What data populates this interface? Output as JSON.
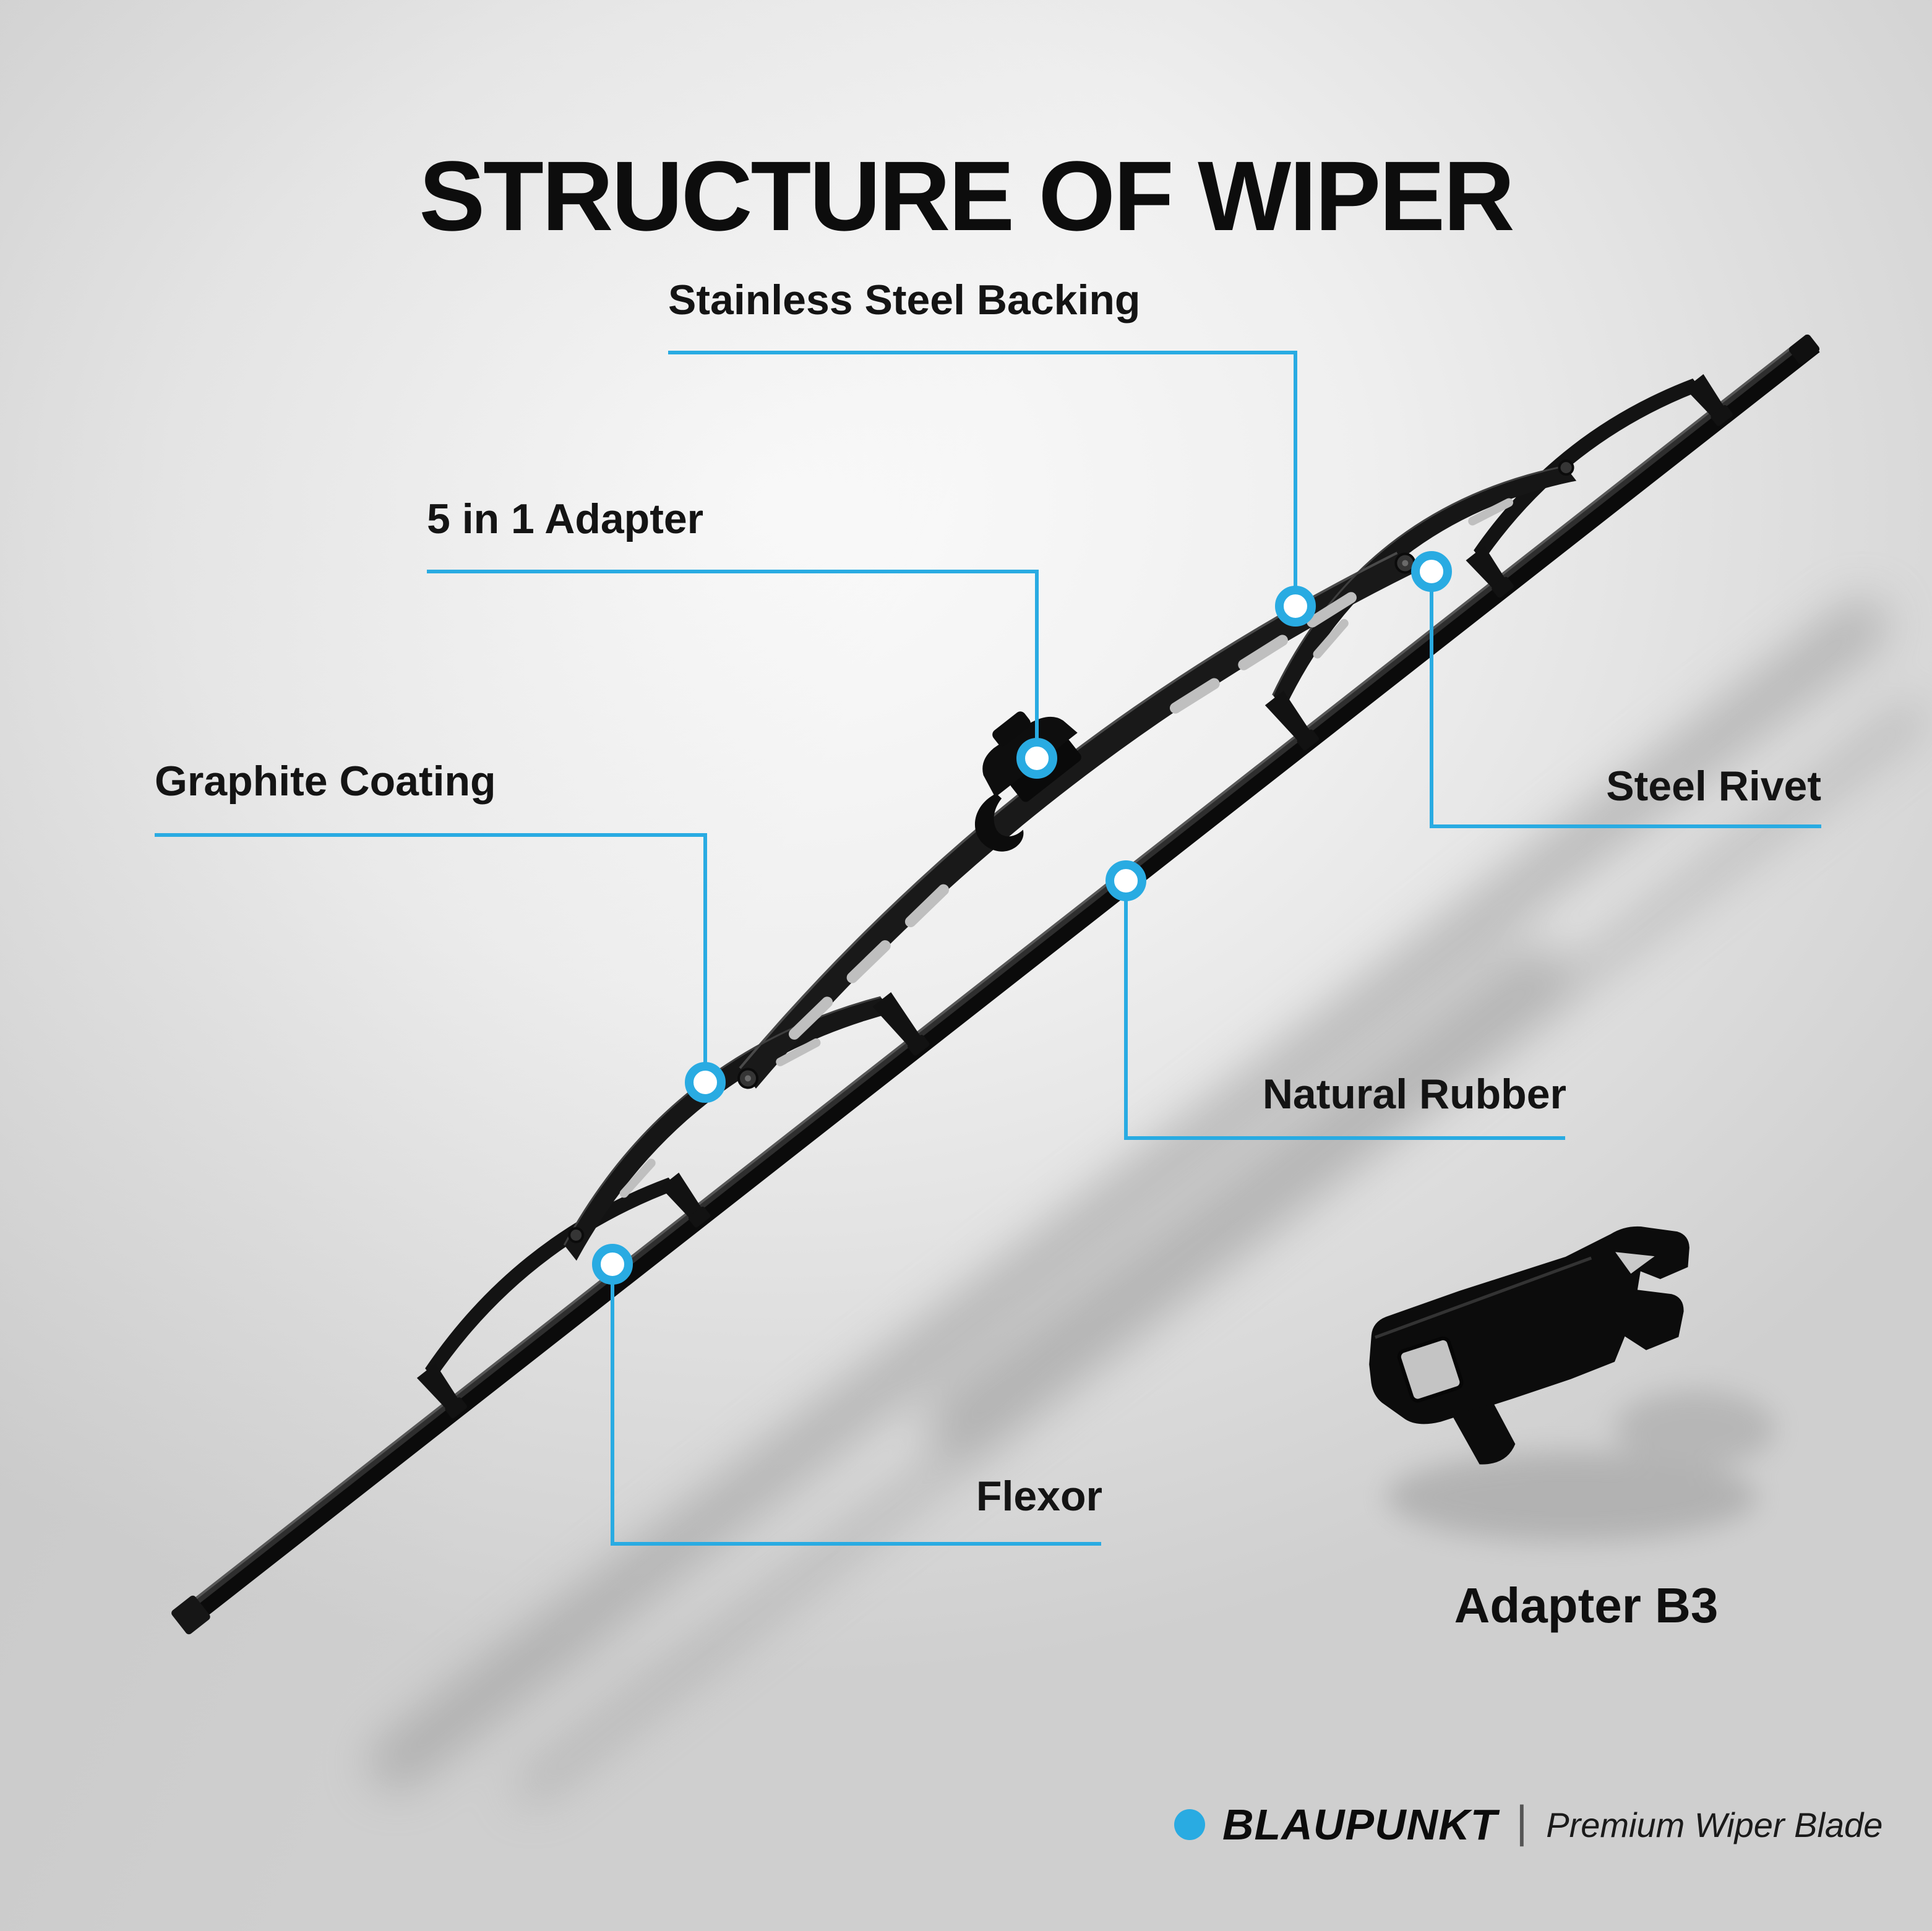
{
  "title": "STRUCTURE OF WIPER",
  "theme": {
    "accent": "#29ABE2",
    "text": "#111111",
    "background_light": "#fbfbfb",
    "background_dark": "#cfcfcf",
    "blade_color": "#141414"
  },
  "callouts": {
    "backing": {
      "label": "Stainless Steel Backing"
    },
    "adapter5": {
      "label": "5 in 1 Adapter"
    },
    "graphite": {
      "label": "Graphite Coating"
    },
    "rivet": {
      "label": "Steel Rivet"
    },
    "rubber": {
      "label": "Natural Rubber"
    },
    "flexor": {
      "label": "Flexor"
    }
  },
  "adapter": {
    "caption": "Adapter B3"
  },
  "footer": {
    "brand": "BLAUPUNKT",
    "separator": "|",
    "tagline": "Premium Wiper Blade"
  }
}
